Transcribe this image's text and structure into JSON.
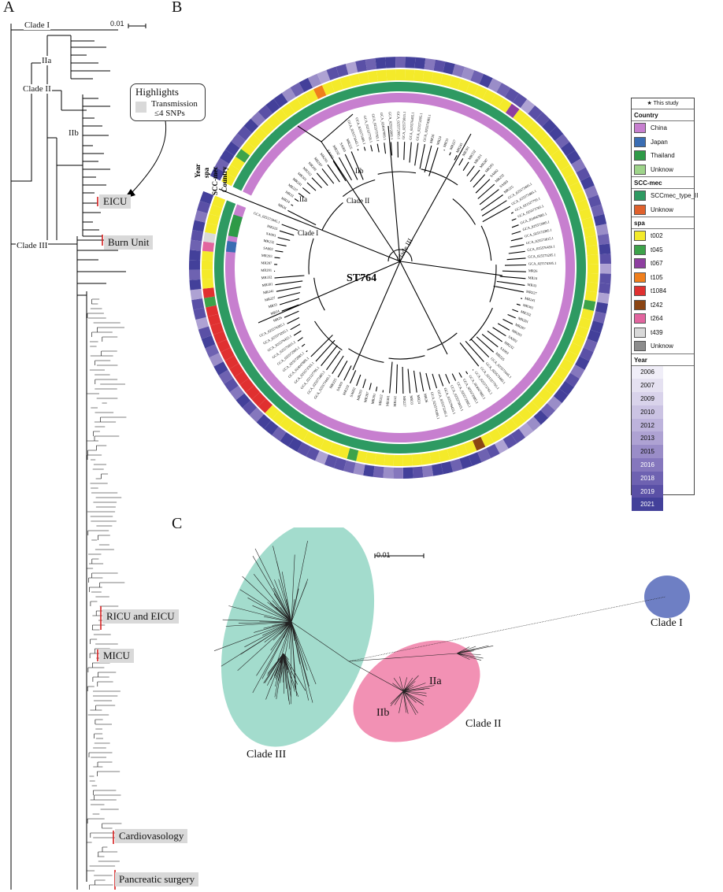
{
  "panels": {
    "a": "A",
    "b": "B",
    "c": "C"
  },
  "panel_a": {
    "scale": "0.01",
    "clades": {
      "clade1": "Clade I",
      "clade2": "Clade II",
      "clade3": "Clade III",
      "iia": "IIa",
      "iib": "IIb"
    },
    "highlight_box": {
      "title": "Highlights",
      "line1": "Transmission",
      "line2": "≤4 SNPs"
    },
    "highlights": [
      "EICU",
      "Burn Unit",
      "RICU and EICU",
      "MICU",
      "Cardiovasology",
      "Pancreatic surgery"
    ]
  },
  "panel_b": {
    "center_label": "ST764",
    "clade_labels": {
      "clade1": "Clade I",
      "clade2": "Clade II",
      "clade3": "Clade III",
      "iia": "IIa",
      "iib": "IIb"
    },
    "ring_labels": [
      "Year",
      "spa",
      "SCC-mec",
      "Country"
    ],
    "ring_colors": {
      "country_inner": "#c77fcf",
      "scc": "#2e9a62",
      "spa": "#f4ea2a",
      "year_outer": "#4b49a3"
    },
    "leaf_labels_visible": [
      "MR26",
      "MR24",
      "MR33",
      "MR227",
      "MR241",
      "MR301",
      "MR332",
      "MR201",
      "MR287",
      "MR293",
      "SA002",
      "MR232",
      "SA003",
      "MR225",
      "GCA_025573445.1",
      "GCA_025573485.1",
      "GCA_021527795.1",
      "GCA_025573765.1",
      "GCA_024047885.1",
      "GCA_025572985.1",
      "GCA_025572995.1",
      "GCA_025573815.1",
      "GCA_025576455.1",
      "GCA_025573205.1",
      "GCA_025574385.1"
    ],
    "legend": {
      "note": "★ This study",
      "country": {
        "title": "Country",
        "items": [
          {
            "label": "China",
            "color": "#c77fcf"
          },
          {
            "label": "Japan",
            "color": "#3a6db3"
          },
          {
            "label": "Thailand",
            "color": "#2e9a47"
          },
          {
            "label": "Unknow",
            "color": "#9ed48a"
          }
        ]
      },
      "scc": {
        "title": "SCC-mec",
        "items": [
          {
            "label": "SCCmec_type_II",
            "color": "#2e9a62"
          },
          {
            "label": "Unknow",
            "color": "#e0612c"
          }
        ]
      },
      "spa": {
        "title": "spa",
        "items": [
          {
            "label": "t002",
            "color": "#f4ea2a"
          },
          {
            "label": "t045",
            "color": "#3da34a"
          },
          {
            "label": "t067",
            "color": "#8e3fa0"
          },
          {
            "label": "t105",
            "color": "#f07f1c"
          },
          {
            "label": "t1084",
            "color": "#e03030"
          },
          {
            "label": "t242",
            "color": "#8b4513"
          },
          {
            "label": "t264",
            "color": "#e2659f"
          },
          {
            "label": "t439",
            "color": "#d9d9d9"
          },
          {
            "label": "Unknow",
            "color": "#8c8c8c"
          }
        ]
      },
      "year": {
        "title": "Year",
        "items": [
          {
            "label": "2006",
            "color": "#f0eef8"
          },
          {
            "label": "2007",
            "color": "#e5e1f1"
          },
          {
            "label": "2009",
            "color": "#d9d3eb"
          },
          {
            "label": "2010",
            "color": "#cbc3e3"
          },
          {
            "label": "2012",
            "color": "#bdb3dc"
          },
          {
            "label": "2013",
            "color": "#aea2d3"
          },
          {
            "label": "2015",
            "color": "#9a8dc8"
          },
          {
            "label": "2016",
            "color": "#8577bd"
          },
          {
            "label": "2018",
            "color": "#6e62b1"
          },
          {
            "label": "2019",
            "color": "#5a50a6"
          },
          {
            "label": "2021",
            "color": "#43409a"
          }
        ]
      }
    }
  },
  "panel_c": {
    "scale": "0.01",
    "labels": {
      "clade1": "Clade I",
      "clade2": "Clade II",
      "clade3": "Clade III",
      "iia": "IIa",
      "iib": "IIb"
    },
    "colors": {
      "clade1": "#6e7fc4",
      "clade2": "#f291b4",
      "clade3": "#a3dccd"
    }
  }
}
